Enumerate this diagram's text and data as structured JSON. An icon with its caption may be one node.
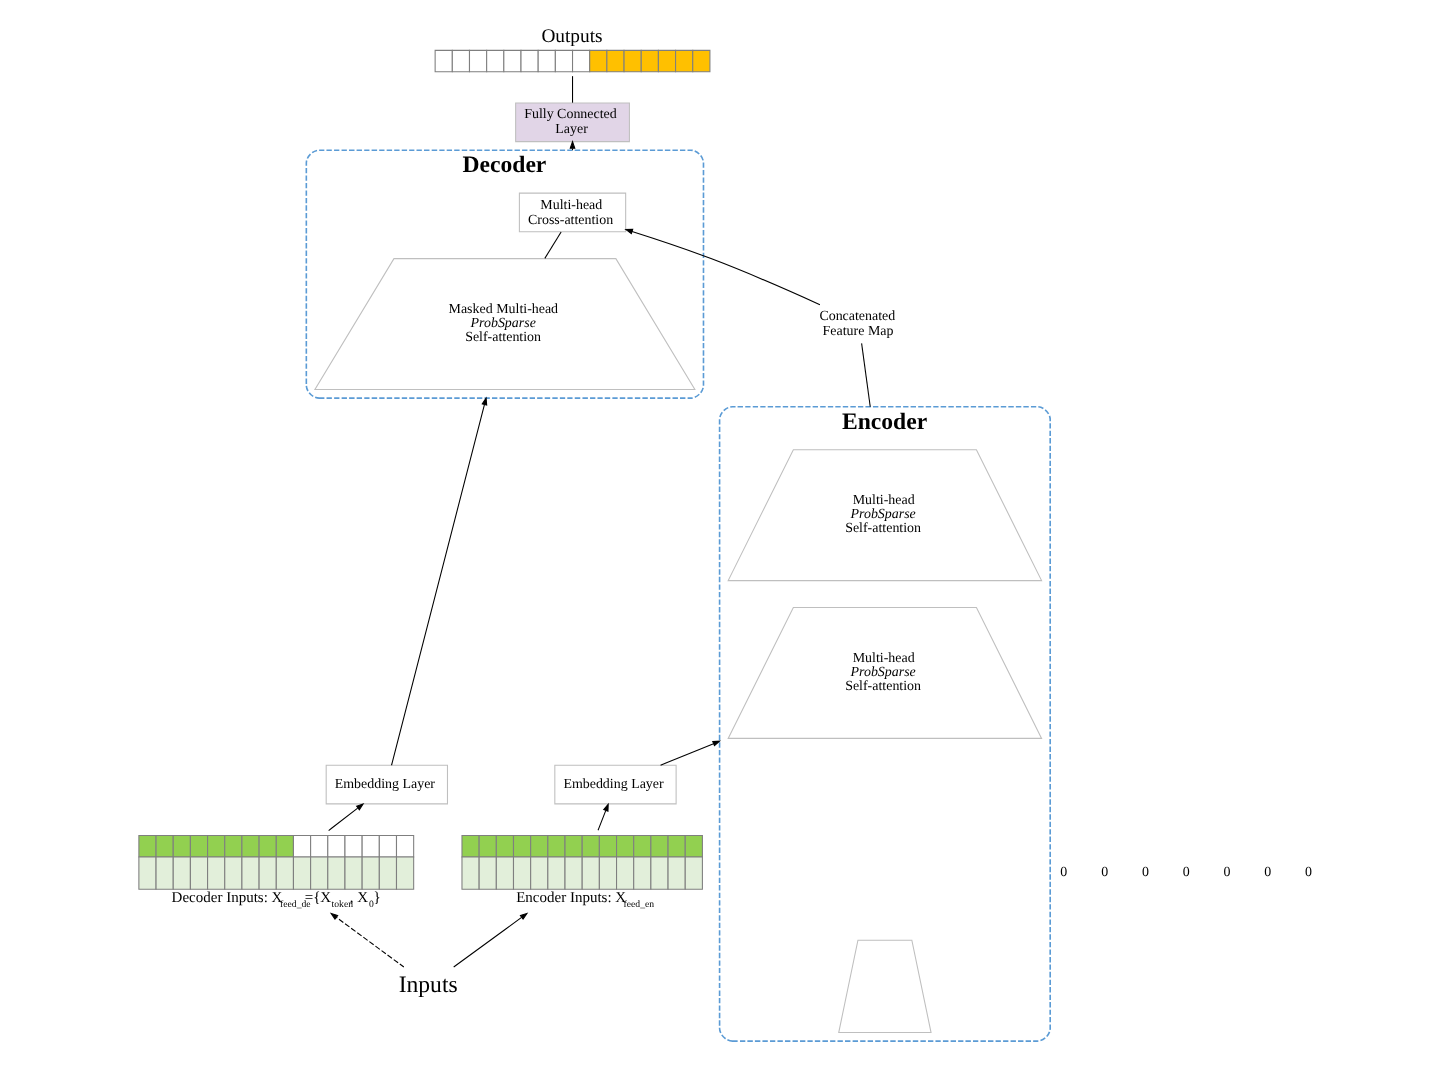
{
  "diagram": {
    "nodes": [
      {
        "text": [
          "Encoder"
        ]
      },
      {
        "text": [
          "Multi-head *ProbSparse* Self-attention"
        ],
        "in": 0
      },
      {
        "text": [
          "Multi-head *ProbSparse* Self-attention"
        ],
        "in": 0
      },
      {
        "text": [],
        "shape": "trapezoid",
        "in": 0
      },
      {
        "text": [
          "Concatenated Feature Map"
        ]
      },
      {
        "text": [
          "Embedding Layer"
        ]
      },
      {
        "text": [],
        "shape": "bar",
        "beside": [
          "Encoder Inputs: X$_{feed_en}$"
        ]
      },
      {
        "text": [
          "Inputs"
        ]
      },
      {
        "text": [
          "Decoder"
        ]
      },
      {
        "text": [
          "Multi-head Cross-attention"
        ],
        "in": 8
      },
      {
        "text": [
          "Masked Multi-head *ProbSparse* Self-attention"
        ],
        "in": 8
      },
      {
        "text": [
          "Embedding Layer"
        ]
      },
      {
        "text": [],
        "shape": "bar",
        "beside": [
          "Decoder Inputs: X$_{feed_de}$={X$_{token}$, X$_{0}$}"
        ]
      },
      {
        "text": [
          "Fully Connected Layer"
        ]
      },
      {
        "text": [],
        "shape": "bar",
        "beside": [
          "Outputs"
        ]
      }
    ],
    "edges": [
      {
        "from": 6,
        "to": 5,
        "arrow": "to"
      },
      {
        "from": 5,
        "to": 0,
        "arrow": "to"
      },
      {
        "from": 0,
        "to": 4,
        "arrow": "none"
      },
      {
        "from": 4,
        "to": 9,
        "arrow": "to"
      },
      {
        "from": 7,
        "to": 6,
        "arrow": "to"
      },
      {
        "from": 7,
        "to": 12,
        "arrow": "to",
        "style": "dashed"
      },
      {
        "from": 12,
        "to": 11,
        "arrow": "to"
      },
      {
        "from": 11,
        "to": 8,
        "arrow": "to"
      },
      {
        "from": 10,
        "to": 9,
        "arrow": "none"
      },
      {
        "from": 8,
        "to": 13,
        "arrow": "to"
      },
      {
        "from": 13,
        "to": 14,
        "arrow": "none"
      }
    ],
    "labels": [
      "0",
      "0",
      "0",
      "0",
      "0",
      "0",
      "0"
    ]
  }
}
